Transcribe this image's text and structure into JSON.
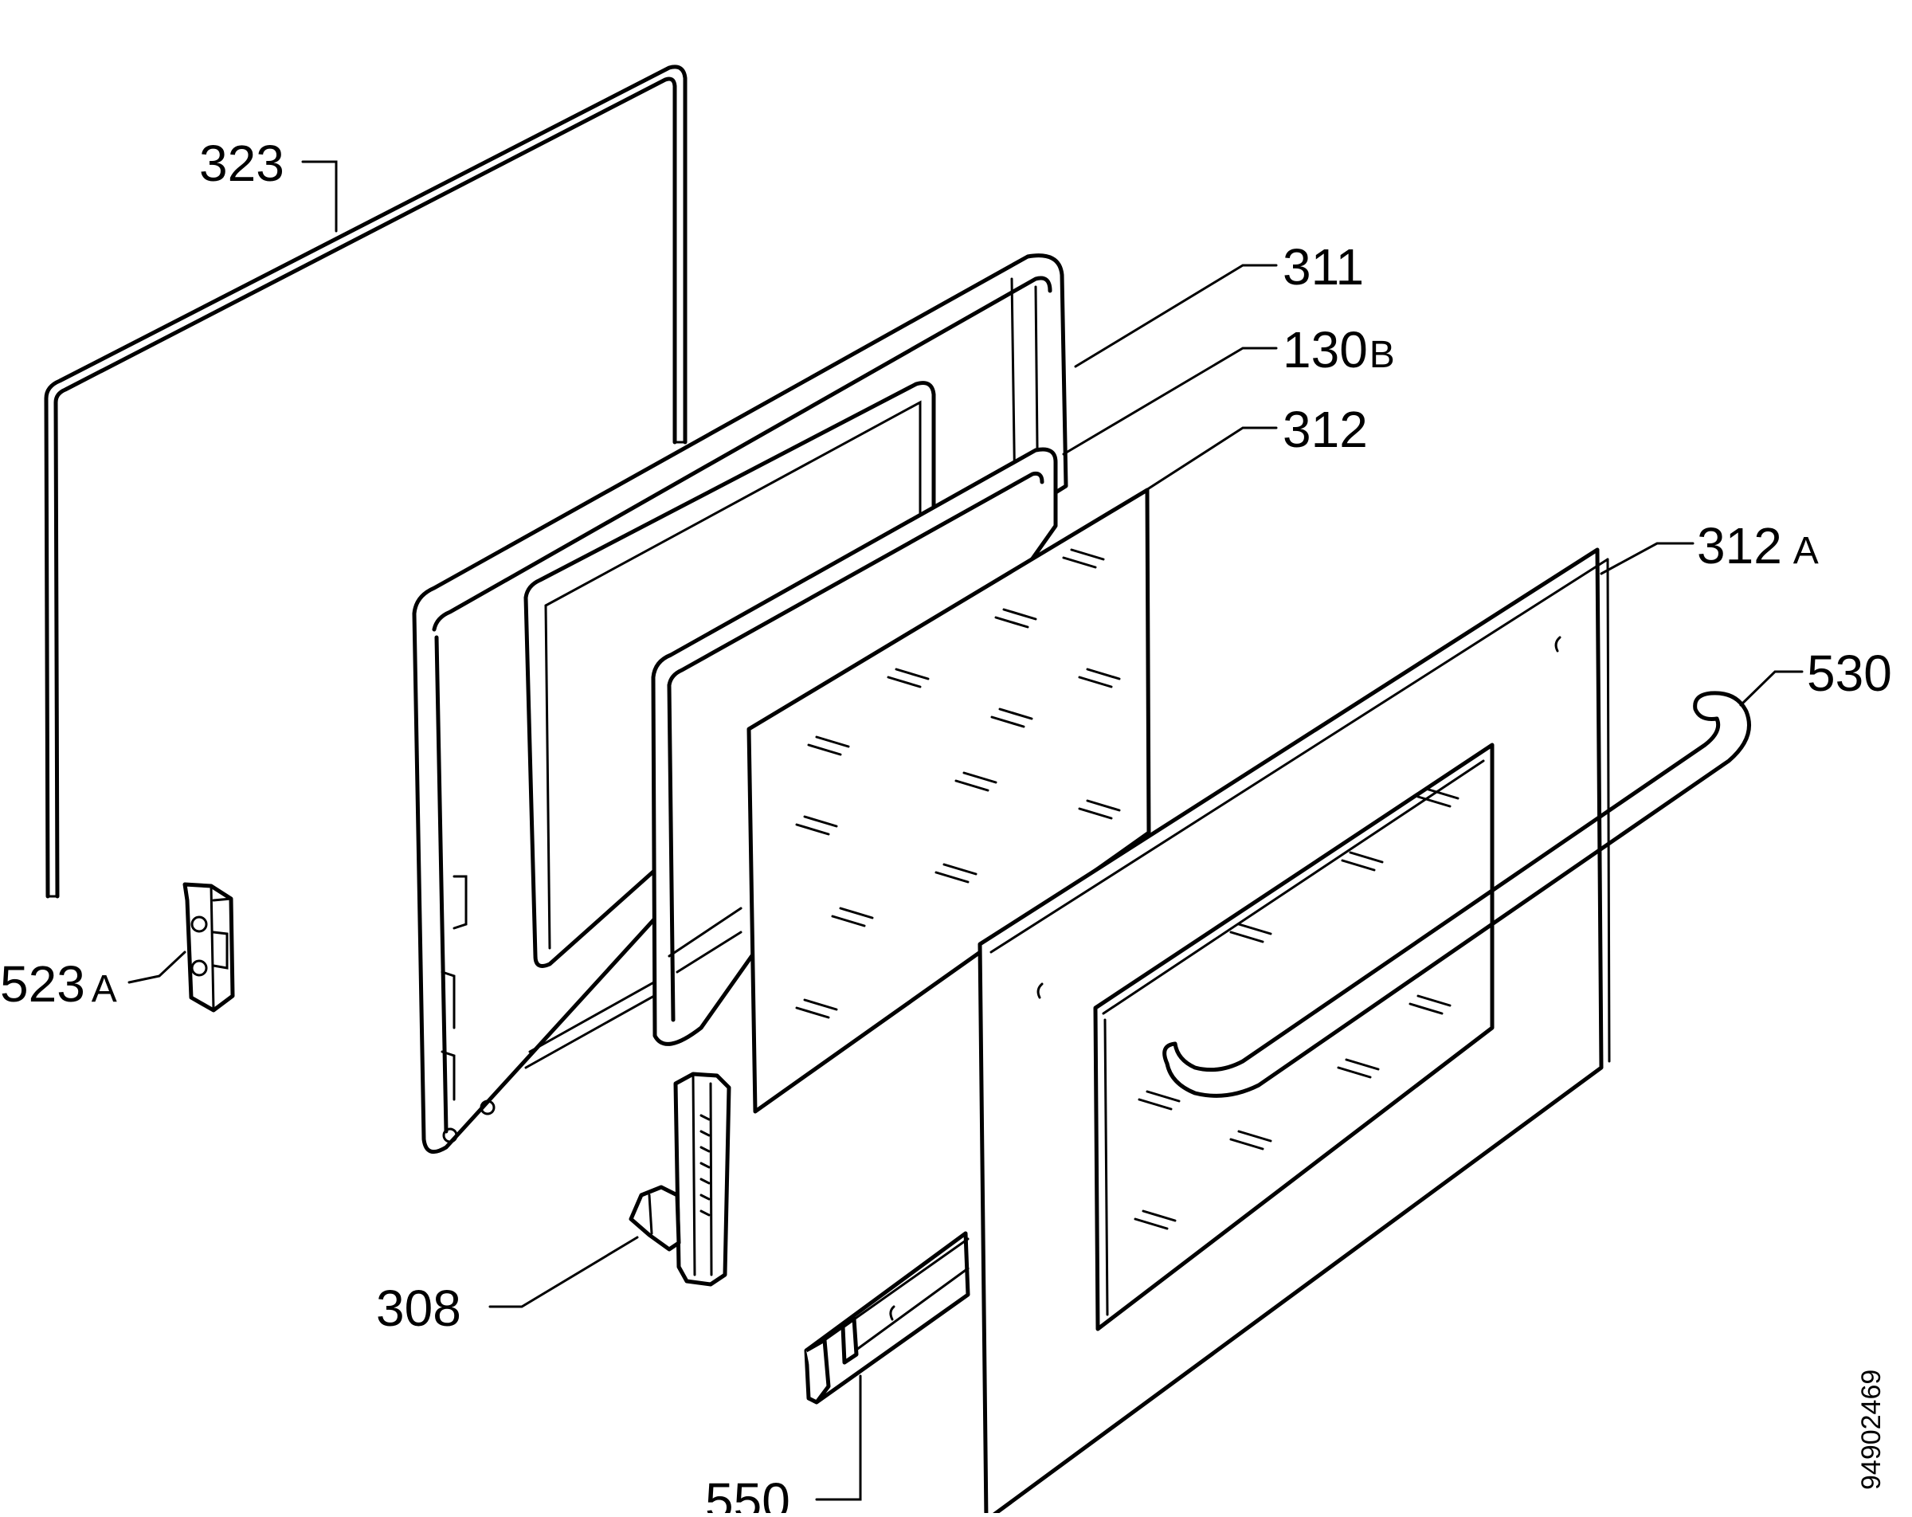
{
  "labels": {
    "p323": {
      "num": "323",
      "suffix": ""
    },
    "p311": {
      "num": "311",
      "suffix": ""
    },
    "p130b": {
      "num": "130",
      "suffix": "B"
    },
    "p312": {
      "num": "312",
      "suffix": ""
    },
    "p312a": {
      "num": "312",
      "suffix": "A"
    },
    "p530": {
      "num": "530",
      "suffix": ""
    },
    "p523a": {
      "num": "523",
      "suffix": "A"
    },
    "p308": {
      "num": "308",
      "suffix": ""
    },
    "p550": {
      "num": "550",
      "suffix": ""
    }
  },
  "document_number": "94902469"
}
